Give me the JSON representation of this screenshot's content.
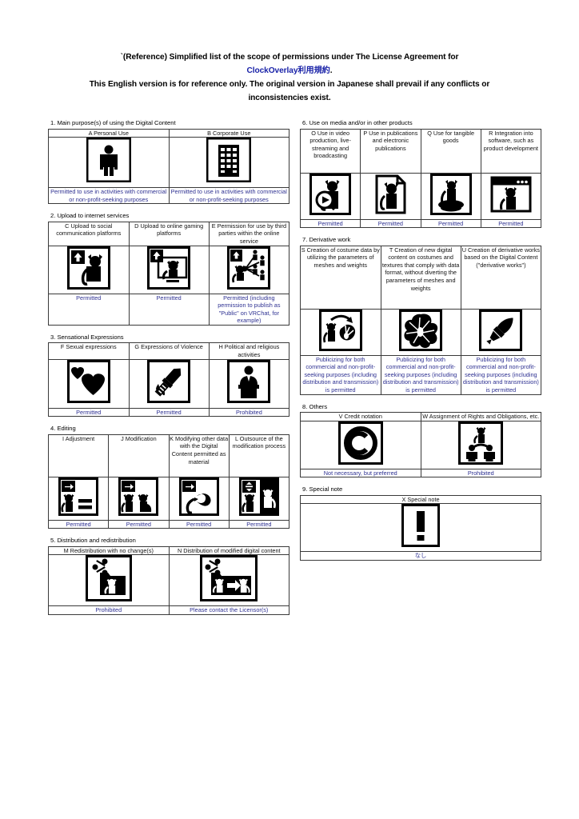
{
  "title": {
    "line1": "`(Reference) Simplified list of the scope of permissions under The License Agreement for",
    "link": "ClockOverlay利用規約",
    "line2_suffix": ".",
    "line3": "This English version is for reference only. The original version in Japanese shall prevail if any conflicts or",
    "line4": "inconsistencies exist."
  },
  "colors": {
    "link": "#1a23a8",
    "permission_text": "#2e3192",
    "border": "#2b2b2b",
    "icon": "#000000"
  },
  "sections": [
    {
      "id": "s1",
      "title": "1. Main purpose(s) of using the Digital Content",
      "columns": [
        {
          "head": "A Personal Use",
          "icon": "person-icon",
          "result": "Permitted to use in activities with commercial or non-profit-seeking purposes"
        },
        {
          "head": "B  Corporate Use",
          "icon": "building-icon",
          "result": "Permitted to use in activities with commercial or non-profit-seeking purposes"
        }
      ]
    },
    {
      "id": "s2",
      "title": "2. Upload to internet services",
      "columns": [
        {
          "head": "C Upload to social communication platforms",
          "icon": "upload-cat-icon",
          "result": "Permitted"
        },
        {
          "head": "D Upload to online gaming platforms",
          "icon": "upload-cat-monitor-icon",
          "result": "Permitted"
        },
        {
          "head": "E Permission for use by third parties within the online service",
          "icon": "upload-cat-share-people-icon",
          "result": "Permitted (including permission to publish as \"Public\" on VRChat, for example)"
        }
      ]
    },
    {
      "id": "s3",
      "title": "3. Sensational Expressions",
      "columns": [
        {
          "head": "F Sexual expressions",
          "icon": "hearts-icon",
          "result": "Permitted"
        },
        {
          "head": "G Expressions of Violence",
          "icon": "bloody-knife-icon",
          "result": "Permitted"
        },
        {
          "head": "H Political and religious activities",
          "icon": "podium-speaker-icon",
          "result": "Prohibited"
        }
      ]
    },
    {
      "id": "s4",
      "title": "4. Editing",
      "columns": [
        {
          "head": "I Adjustment",
          "icon": "arrow-cat-equals-icon",
          "result": "Permitted"
        },
        {
          "head": "J Modification",
          "icon": "arrow-two-cats-icon",
          "result": "Permitted"
        },
        {
          "head": "K Modifying other data with the Digital Content permitted as material",
          "icon": "arrow-ribbon-tail-icon",
          "result": "Permitted"
        },
        {
          "head": "L Outsource of the modification process",
          "icon": "outsource-cats-icon",
          "result": "Permitted"
        }
      ]
    },
    {
      "id": "s5",
      "title": "5. Distribution and redistribution",
      "columns": [
        {
          "head": "M Redistribution with no change(s)",
          "icon": "share-folder-cat-icon",
          "result": "Prohibited"
        },
        {
          "head": "N Distribution of modified digital content",
          "icon": "share-folder-modified-cat-icon",
          "result": "Please contact the Licensor(s)"
        }
      ]
    },
    {
      "id": "s6",
      "title": "6. Use on media and/or in other products",
      "columns": [
        {
          "head": "O Use in video production, live-streaming and broadcasting",
          "icon": "video-play-cat-icon",
          "result": "Permitted"
        },
        {
          "head": "P Use in publications and electronic publications",
          "icon": "document-cat-icon",
          "result": "Permitted"
        },
        {
          "head": "Q Use for tangible goods",
          "icon": "figurine-cat-icon",
          "result": "Permitted"
        },
        {
          "head": "R Integration into software, such as product development",
          "icon": "software-window-cat-icon",
          "result": "Permitted"
        }
      ]
    },
    {
      "id": "s7",
      "title": "7. Derivative work",
      "columns": [
        {
          "head": "S Creation of costume data by utilizing the parameters of meshes and weights",
          "icon": "cat-to-costume-icon",
          "result": "Publicizing for both commercial and non-profit-seeking purposes (including distribution and transmission) is permitted"
        },
        {
          "head": "T Creation of new digital content on costumes and textures that comply with data format, without diverting the parameters of meshes and weights",
          "icon": "costume-pieces-icon",
          "result": "Publicizing for both commercial and non-profit-seeking purposes (including distribution and transmission) is permitted"
        },
        {
          "head": "U Creation of derivative works based on the Digital Content (\"derivative works\")",
          "icon": "paintbrush-icon",
          "result": "Publicizing for both commercial and non-profit-seeking purposes (including distribution and transmission) is permitted"
        }
      ]
    },
    {
      "id": "s8",
      "title": "8. Others",
      "columns": [
        {
          "head": "V Credit notation",
          "icon": "copyright-icon",
          "result": "Not necessary, but preferred"
        },
        {
          "head": "W Assignment of Rights and Obligations, etc.",
          "icon": "transfer-people-cat-icon",
          "result": "Prohibited"
        }
      ]
    },
    {
      "id": "s9",
      "title": "9. Special note",
      "columns": [
        {
          "head": "X Special note",
          "icon": "exclamation-icon",
          "result": "なし"
        }
      ]
    }
  ]
}
